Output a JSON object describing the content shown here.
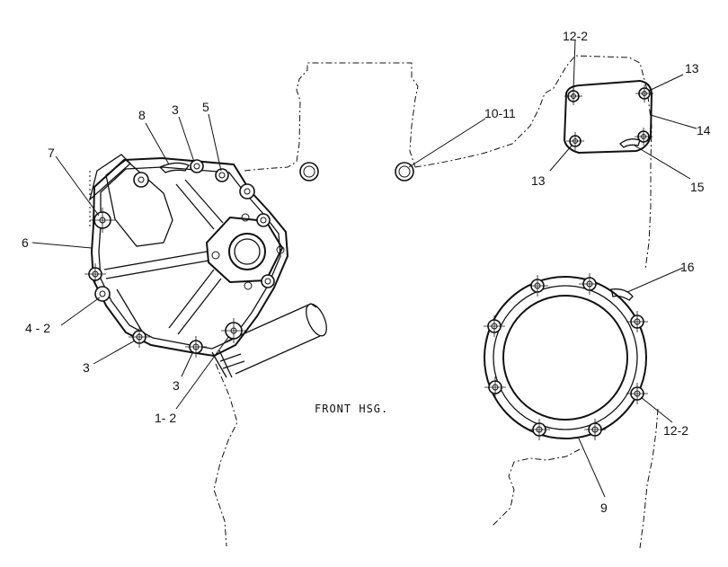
{
  "caption": "FRONT HSG.",
  "callouts": {
    "c8": "8",
    "c3_top": "3",
    "c5": "5",
    "c7": "7",
    "c6": "6",
    "c4_2": "4 - 2",
    "c3_left": "3",
    "c3_bottom": "3",
    "c1_2": "1- 2",
    "c10_11": "10-11",
    "c12_2_top": "12-2",
    "c13_top": "13",
    "c14": "14",
    "c13_left": "13",
    "c15": "15",
    "c16": "16",
    "c12_2_right": "12-2",
    "c9": "9"
  }
}
